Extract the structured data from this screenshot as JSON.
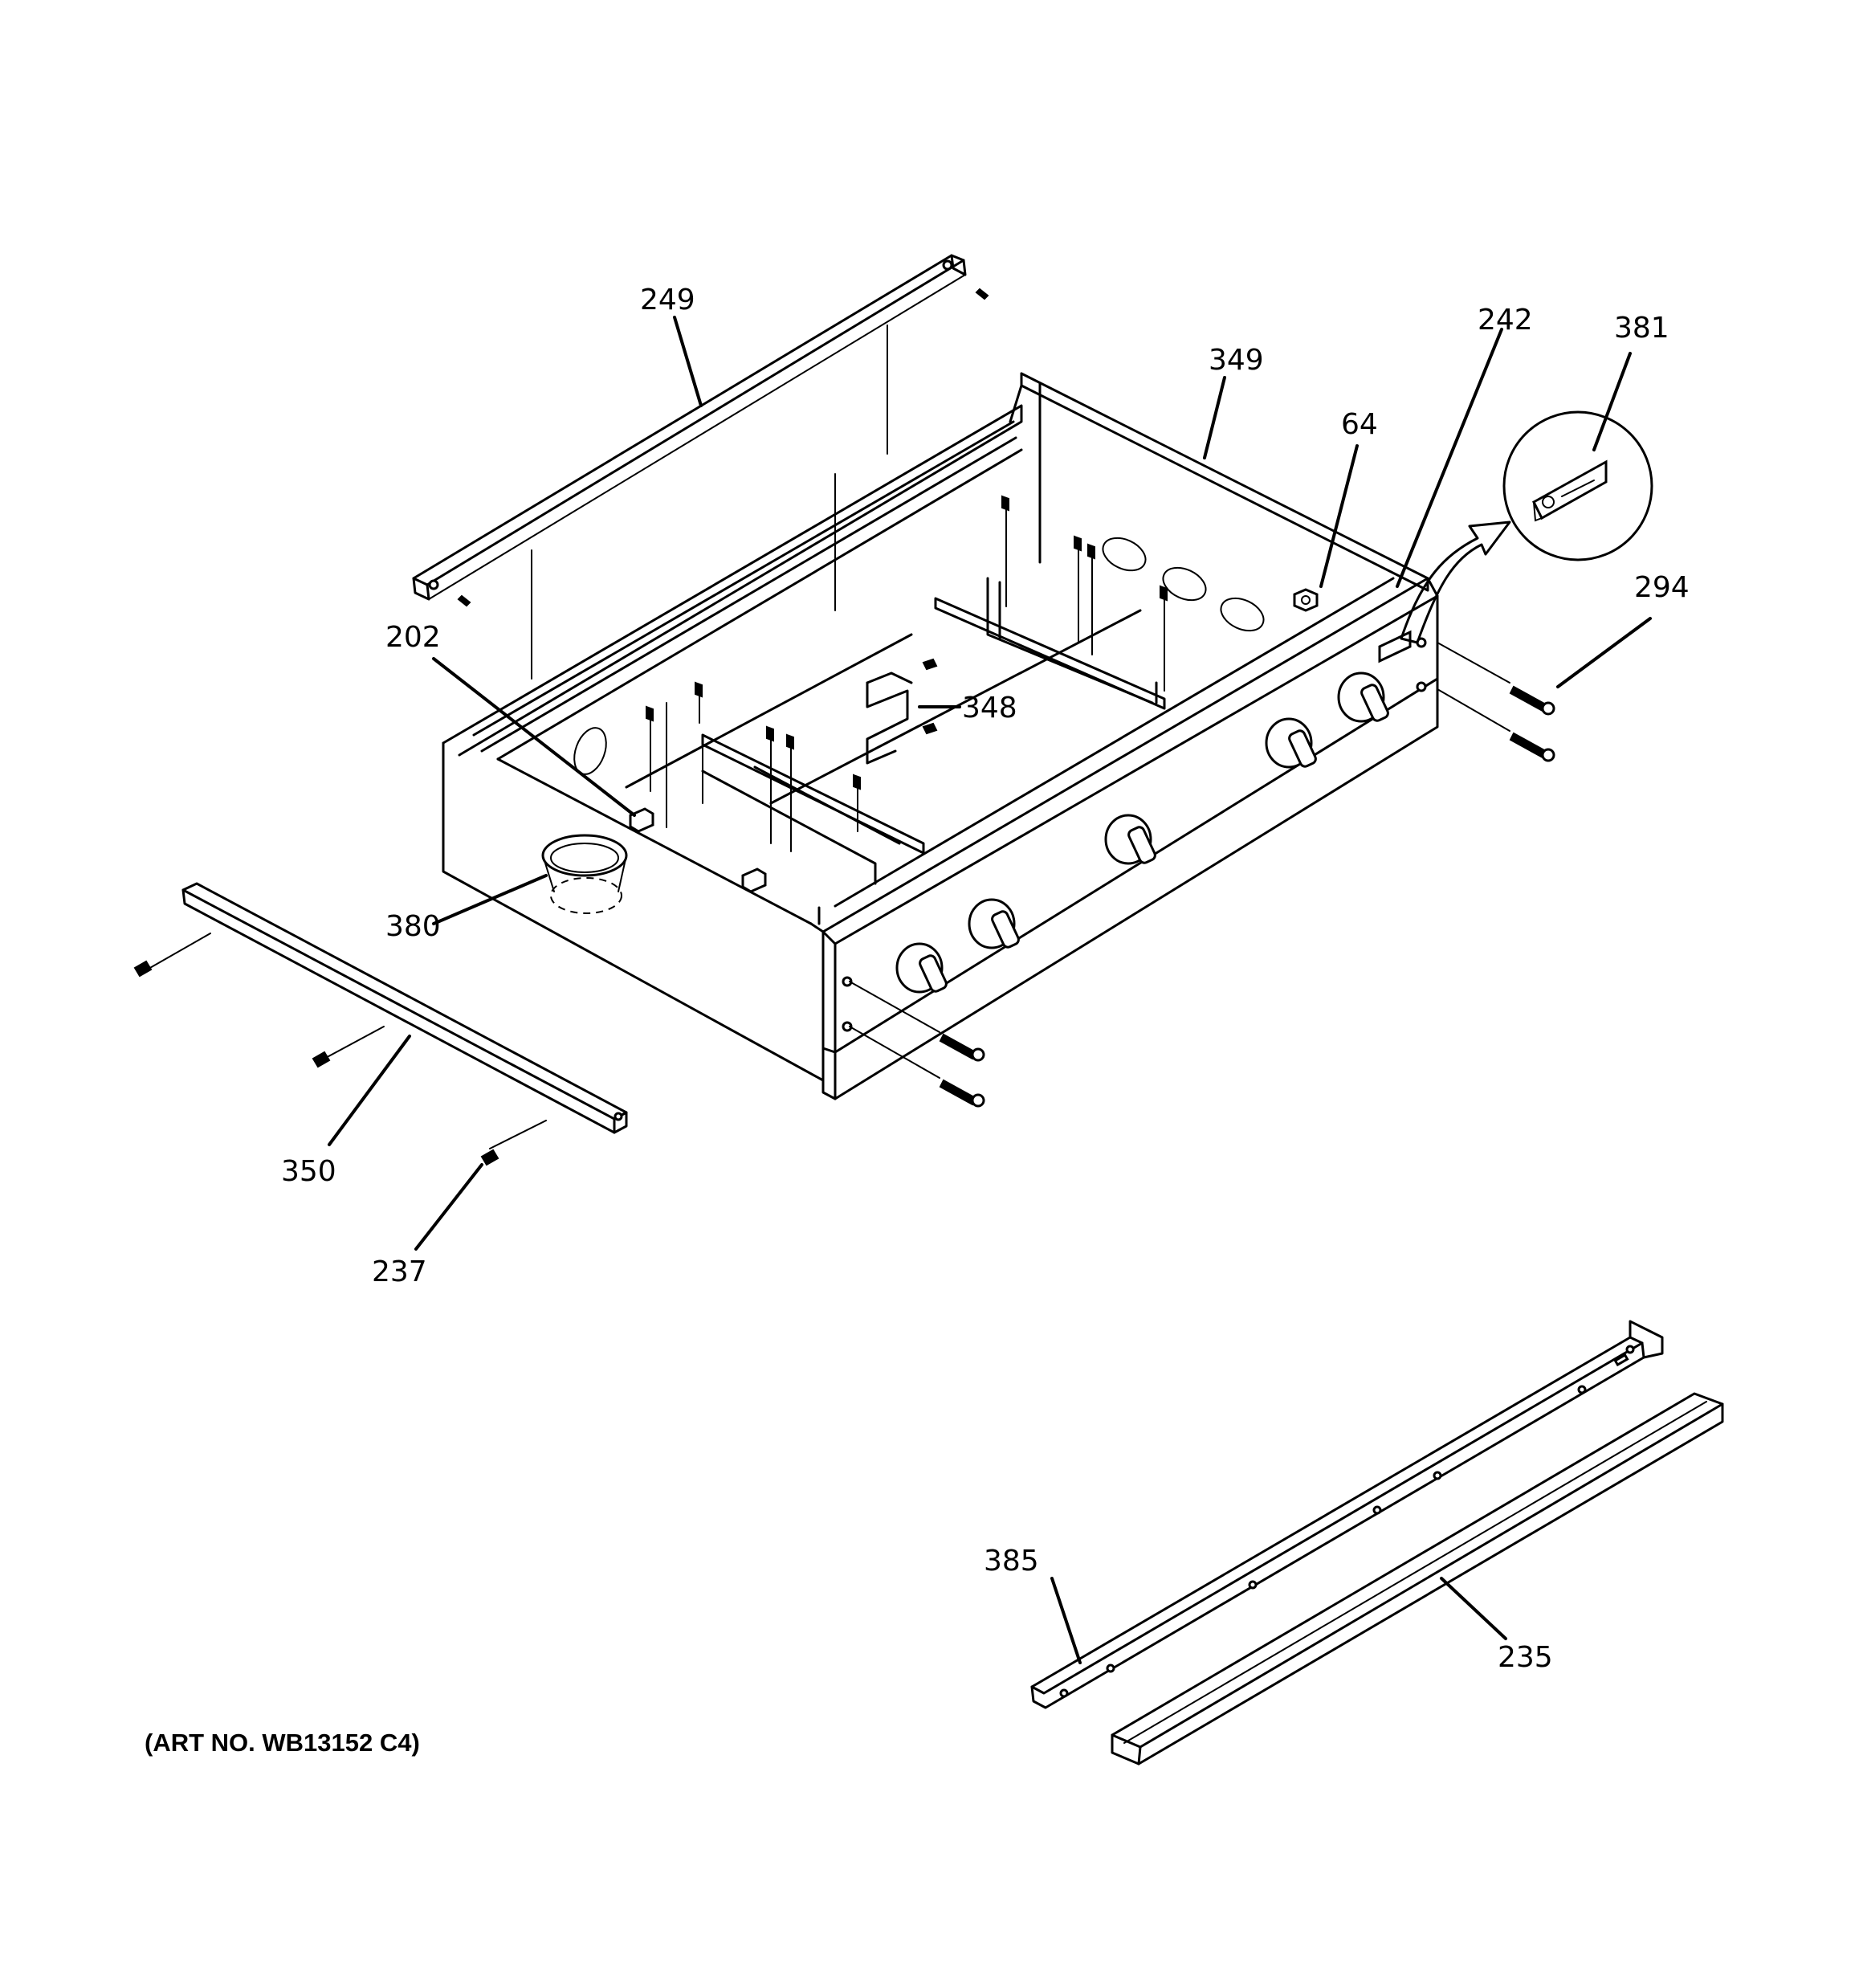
{
  "art_number": "(ART NO. WB13152 C4)",
  "callouts": [
    {
      "id": "249",
      "text": "249"
    },
    {
      "id": "349",
      "text": "349"
    },
    {
      "id": "242",
      "text": "242"
    },
    {
      "id": "381",
      "text": "381"
    },
    {
      "id": "64",
      "text": "64"
    },
    {
      "id": "294",
      "text": "294"
    },
    {
      "id": "202",
      "text": "202"
    },
    {
      "id": "348",
      "text": "348"
    },
    {
      "id": "380",
      "text": "380"
    },
    {
      "id": "350",
      "text": "350"
    },
    {
      "id": "237",
      "text": "237"
    },
    {
      "id": "385",
      "text": "385"
    },
    {
      "id": "235",
      "text": "235"
    }
  ]
}
